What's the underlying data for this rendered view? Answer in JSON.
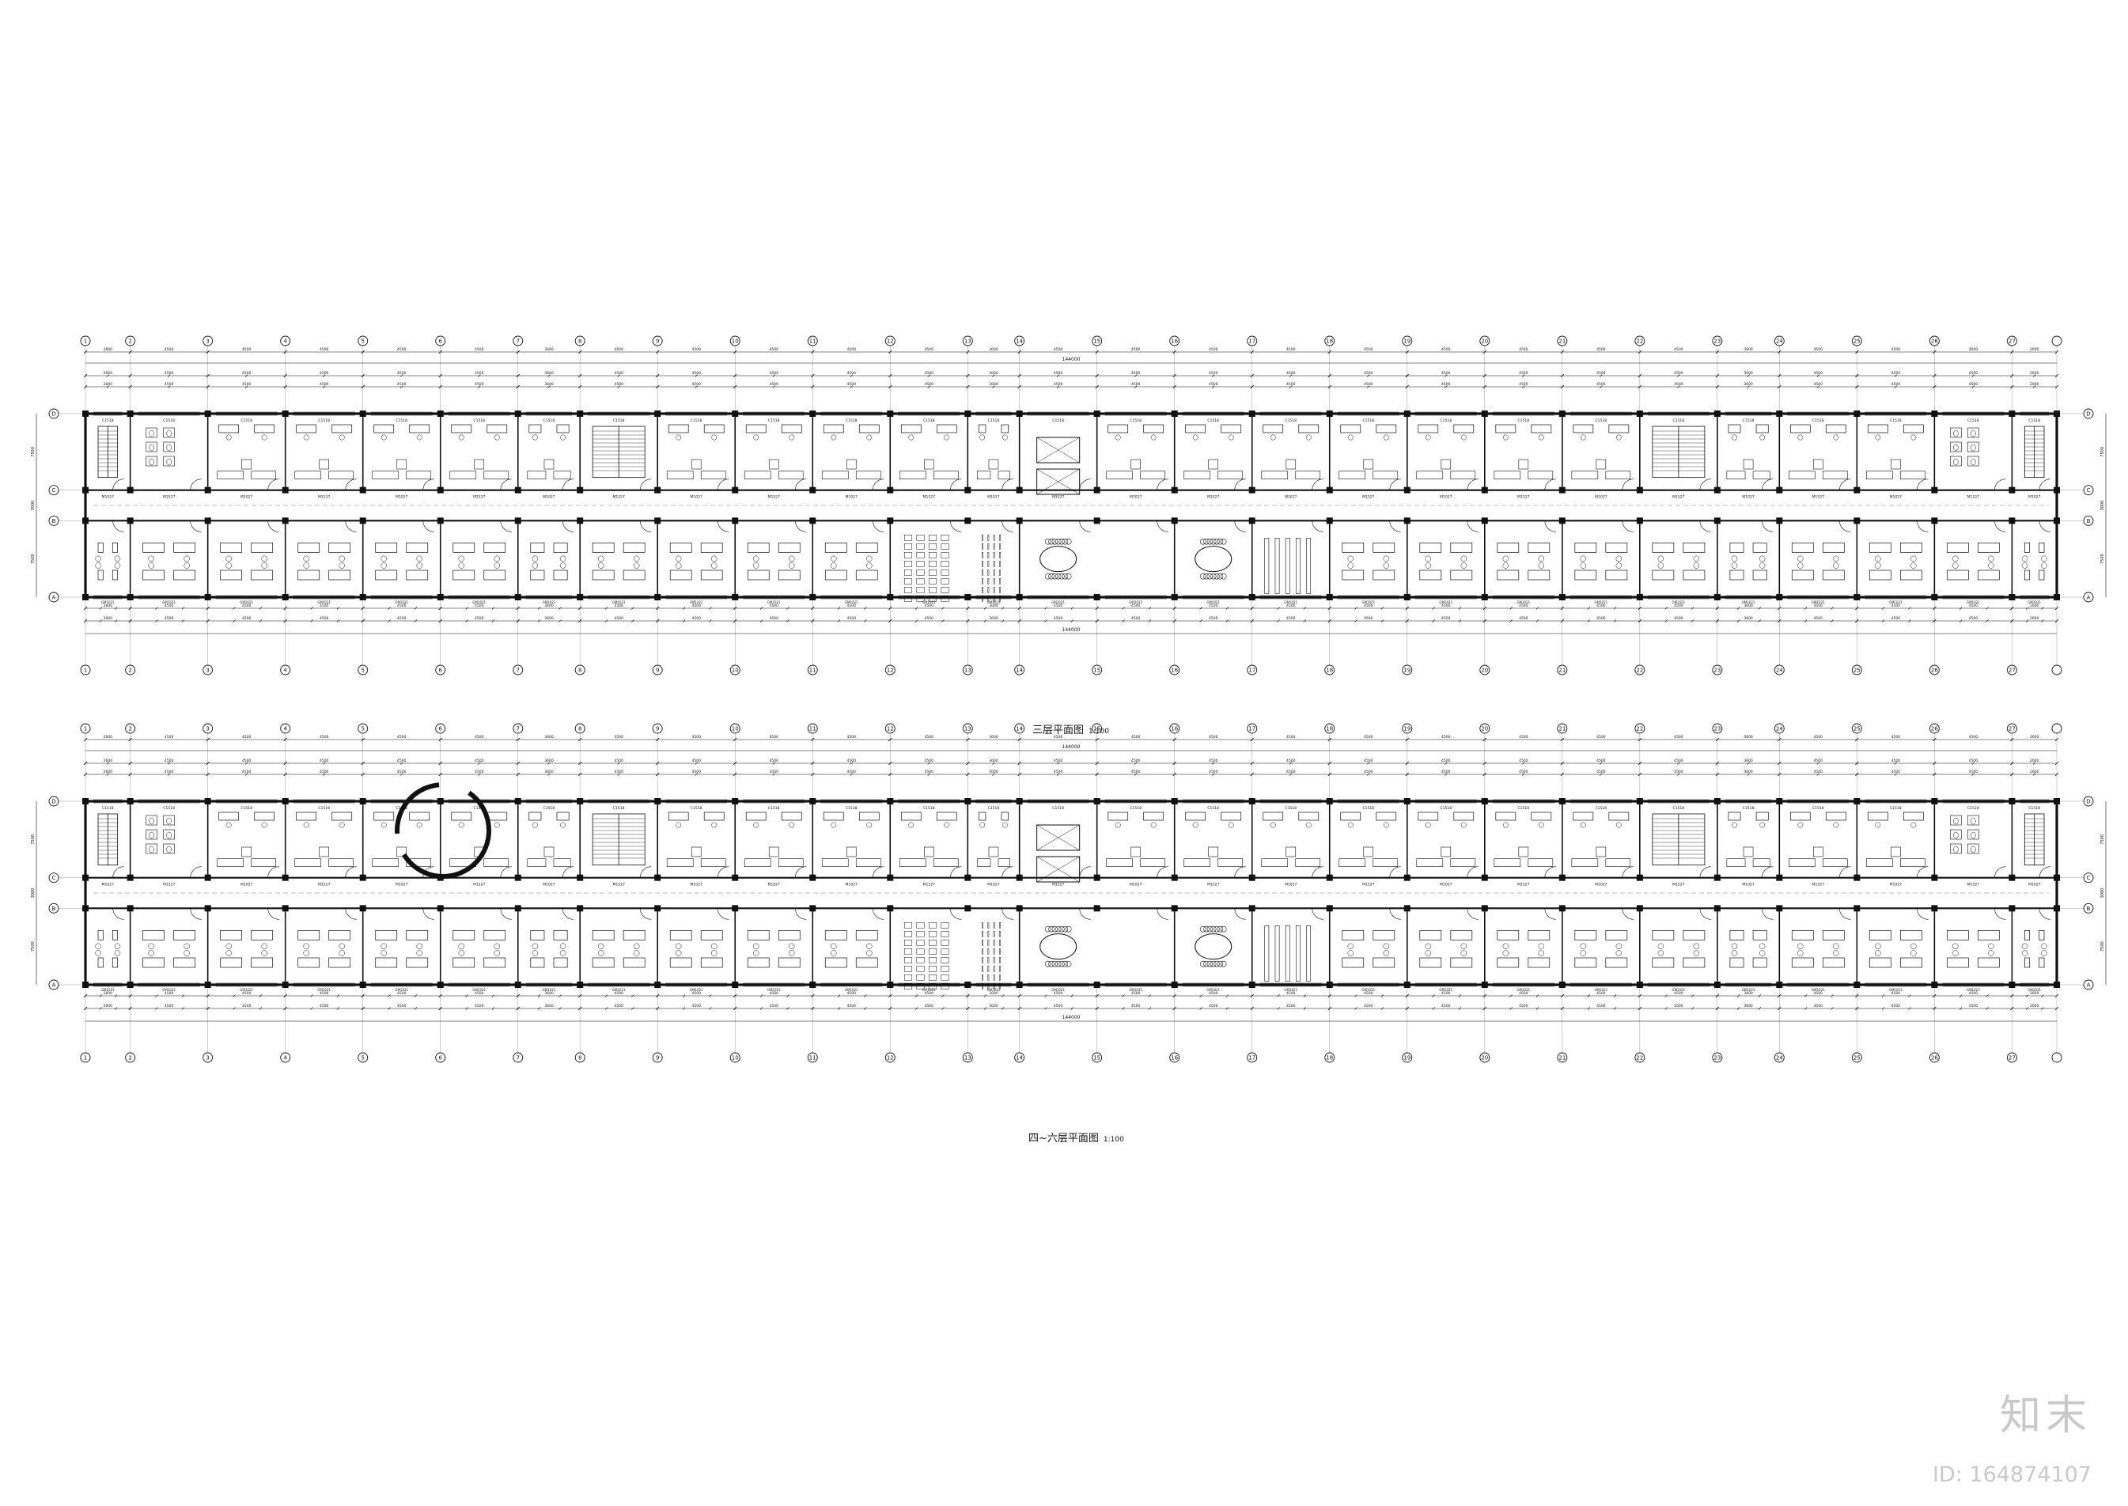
{
  "plans": [
    {
      "title": "三层平面图",
      "scale": "1:100",
      "total_dim": "144000",
      "axes_top": [
        "1",
        "2",
        "3",
        "4",
        "5",
        "6",
        "7",
        "8",
        "9",
        "10",
        "11",
        "12",
        "13",
        "14",
        "15",
        "16",
        "17",
        "18",
        "19",
        "20",
        "21",
        "22",
        "23",
        "24",
        "25",
        "26",
        "27"
      ],
      "row_axes": [
        "D",
        "C",
        "B",
        "A"
      ]
    },
    {
      "title": "四~六层平面图",
      "scale": "1:100",
      "total_dim": "144000",
      "axes_top": [
        "1",
        "2",
        "3",
        "4",
        "5",
        "6",
        "7",
        "8",
        "9",
        "10",
        "11",
        "12",
        "13",
        "14",
        "15",
        "16",
        "17",
        "18",
        "19",
        "20",
        "21",
        "22",
        "23",
        "24",
        "25",
        "26",
        "27"
      ],
      "row_axes": [
        "D",
        "C",
        "B",
        "A"
      ]
    }
  ],
  "bay_dims": [
    "2600",
    "4500",
    "4500",
    "4500",
    "4500",
    "4500",
    "3600",
    "4500",
    "4500",
    "4500",
    "4500",
    "4500",
    "3000",
    "4500",
    "4500",
    "4500",
    "4500",
    "4500",
    "4500",
    "4500",
    "4500",
    "4500",
    "3600",
    "4500",
    "4500",
    "4500",
    "2600"
  ],
  "row_dims": [
    "7500",
    "3000",
    "7500"
  ],
  "door_tags": [
    "M1027",
    "M1527",
    "C1518",
    "GM1021"
  ],
  "watermark": {
    "logo": "知末",
    "id": "ID: 164874107"
  }
}
